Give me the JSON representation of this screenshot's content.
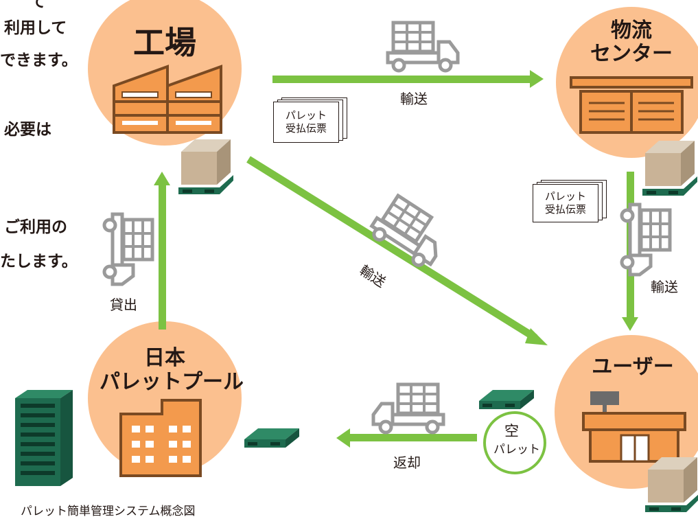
{
  "left_text": {
    "line1": "て",
    "line2": "利用して",
    "line3": "できます。",
    "line4": "必要は",
    "line5": "ご利用の",
    "line6": "たします。"
  },
  "nodes": {
    "factory": "工場",
    "distribution_line1": "物流",
    "distribution_line2": "センター",
    "pool_line1": "日本",
    "pool_line2": "パレットプール",
    "user": "ユーザー"
  },
  "labels": {
    "transport_top": "輸送",
    "transport_diag": "輸送",
    "transport_right": "輸送",
    "lend": "貸出",
    "return": "返却",
    "empty_line1": "空",
    "empty_line2": "パレット"
  },
  "slips": {
    "line1": "パレット",
    "line2": "受払伝票"
  },
  "caption": "パレット簡単管理システム概念図",
  "colors": {
    "circle": "#fbc08f",
    "arrow": "#7cc242",
    "pallet": "#1e6b4f",
    "box": "#c9b397",
    "building": "#f39a4d",
    "icon_gray": "#9a9a9a"
  }
}
